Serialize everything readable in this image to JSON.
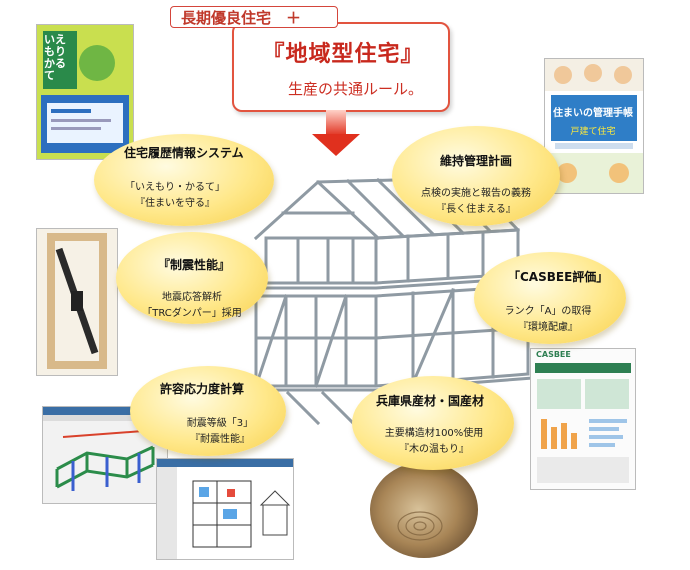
{
  "header": {
    "tag": "長期優良住宅　＋",
    "title": "『地域型住宅』",
    "subtitle": "生産の共通ルール。"
  },
  "bubbles": {
    "history": {
      "title": "住宅履歴情報システム",
      "line1": "「いえもり・かるて」",
      "line2": "『住まいを守る』"
    },
    "maintenance": {
      "title": "維持管理計画",
      "line1": "点検の実施と報告の義務",
      "line2": "『長く住まえる』"
    },
    "seismic": {
      "title": "『制震性能』",
      "line1": "地震応答解析",
      "line2": "「TRCダンパー」採用"
    },
    "casbee": {
      "title": "「CASBEE評価」",
      "line1": "ランク「A」の取得",
      "line2": "『環境配慮』"
    },
    "stress": {
      "title": "許容応力度計算",
      "line1": "耐震等級「3」",
      "line2": "『耐震性能』"
    },
    "timber": {
      "title": "兵庫県産材・国産材",
      "line1": "主要構造材100%使用",
      "line2": "『木の温もり』"
    }
  },
  "thumbs": {
    "booklet_left_title": "いえもり かるて",
    "booklet_right_title": "住まいの管理手帳",
    "booklet_right_sub": "戸建て住宅",
    "casbee_sheet_title": "CASBEE"
  },
  "colors": {
    "accent_red": "#d4453b",
    "bubble_yellow": "#ffe88a",
    "frame_gray": "#8f9aa3"
  }
}
